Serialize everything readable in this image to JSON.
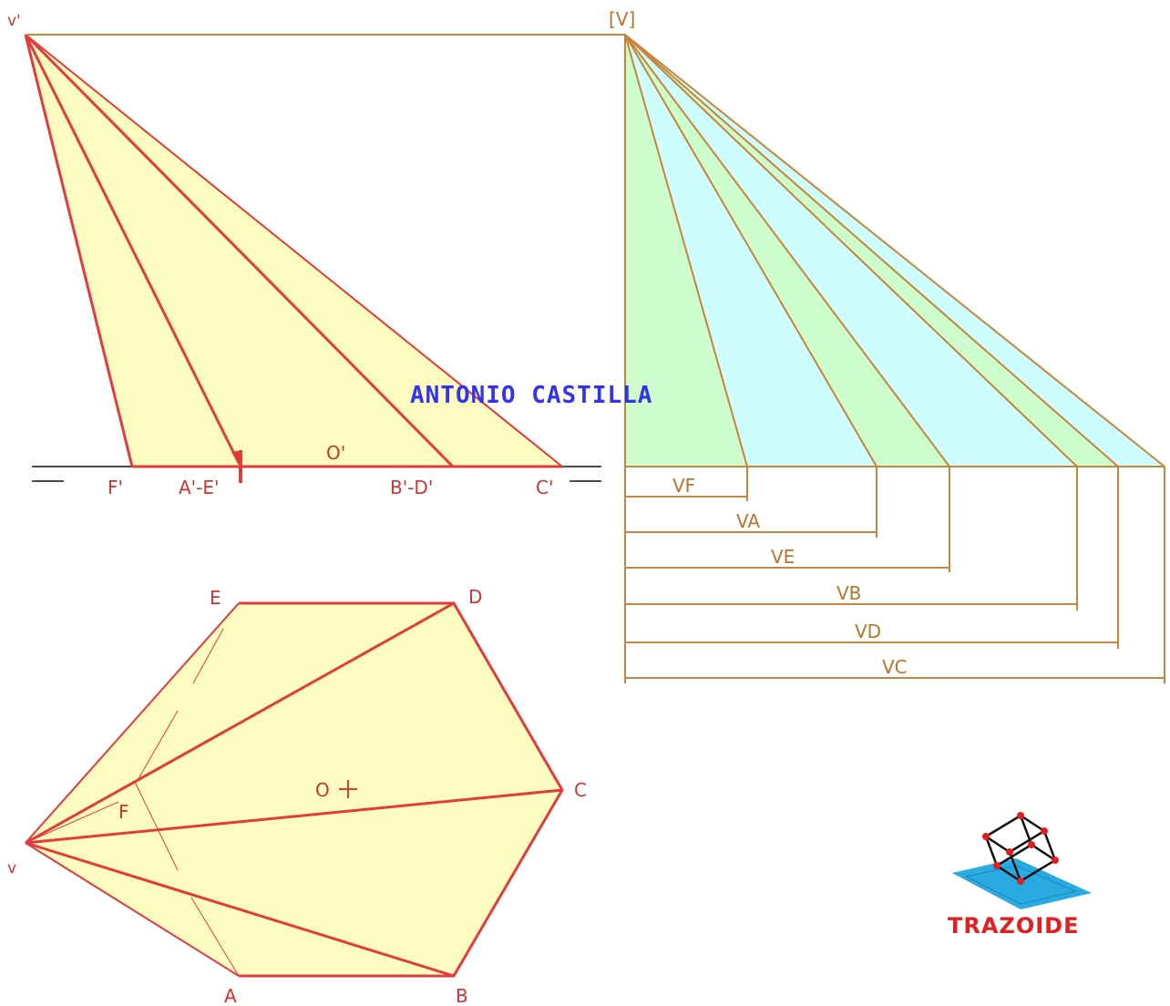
{
  "author": "ANTONIO CASTILLA",
  "brand": "TRAZOIDE",
  "elevation_labels": {
    "apex": "v'",
    "f": "F'",
    "ae": "A'-E'",
    "o": "O'",
    "bd": "B'-D'",
    "c": "C'"
  },
  "plan_labels": {
    "e": "E",
    "d": "D",
    "c": "C",
    "o": "O",
    "f": "F",
    "v": "v",
    "a": "A",
    "b": "B"
  },
  "true_length": {
    "apex": "[V]",
    "segments": [
      "VF",
      "VA",
      "VE",
      "VB",
      "VD",
      "VC"
    ]
  },
  "colors": {
    "red": "#e23b3b",
    "tan": "#c8843a",
    "yellow_fill": "#fdfcc0",
    "green_fill": "#cdfdcd",
    "cyan_fill": "#cdfdfd",
    "author_blue": "#3333ee"
  },
  "icons": {
    "logo": "wireframe-cube-on-plane-icon"
  }
}
